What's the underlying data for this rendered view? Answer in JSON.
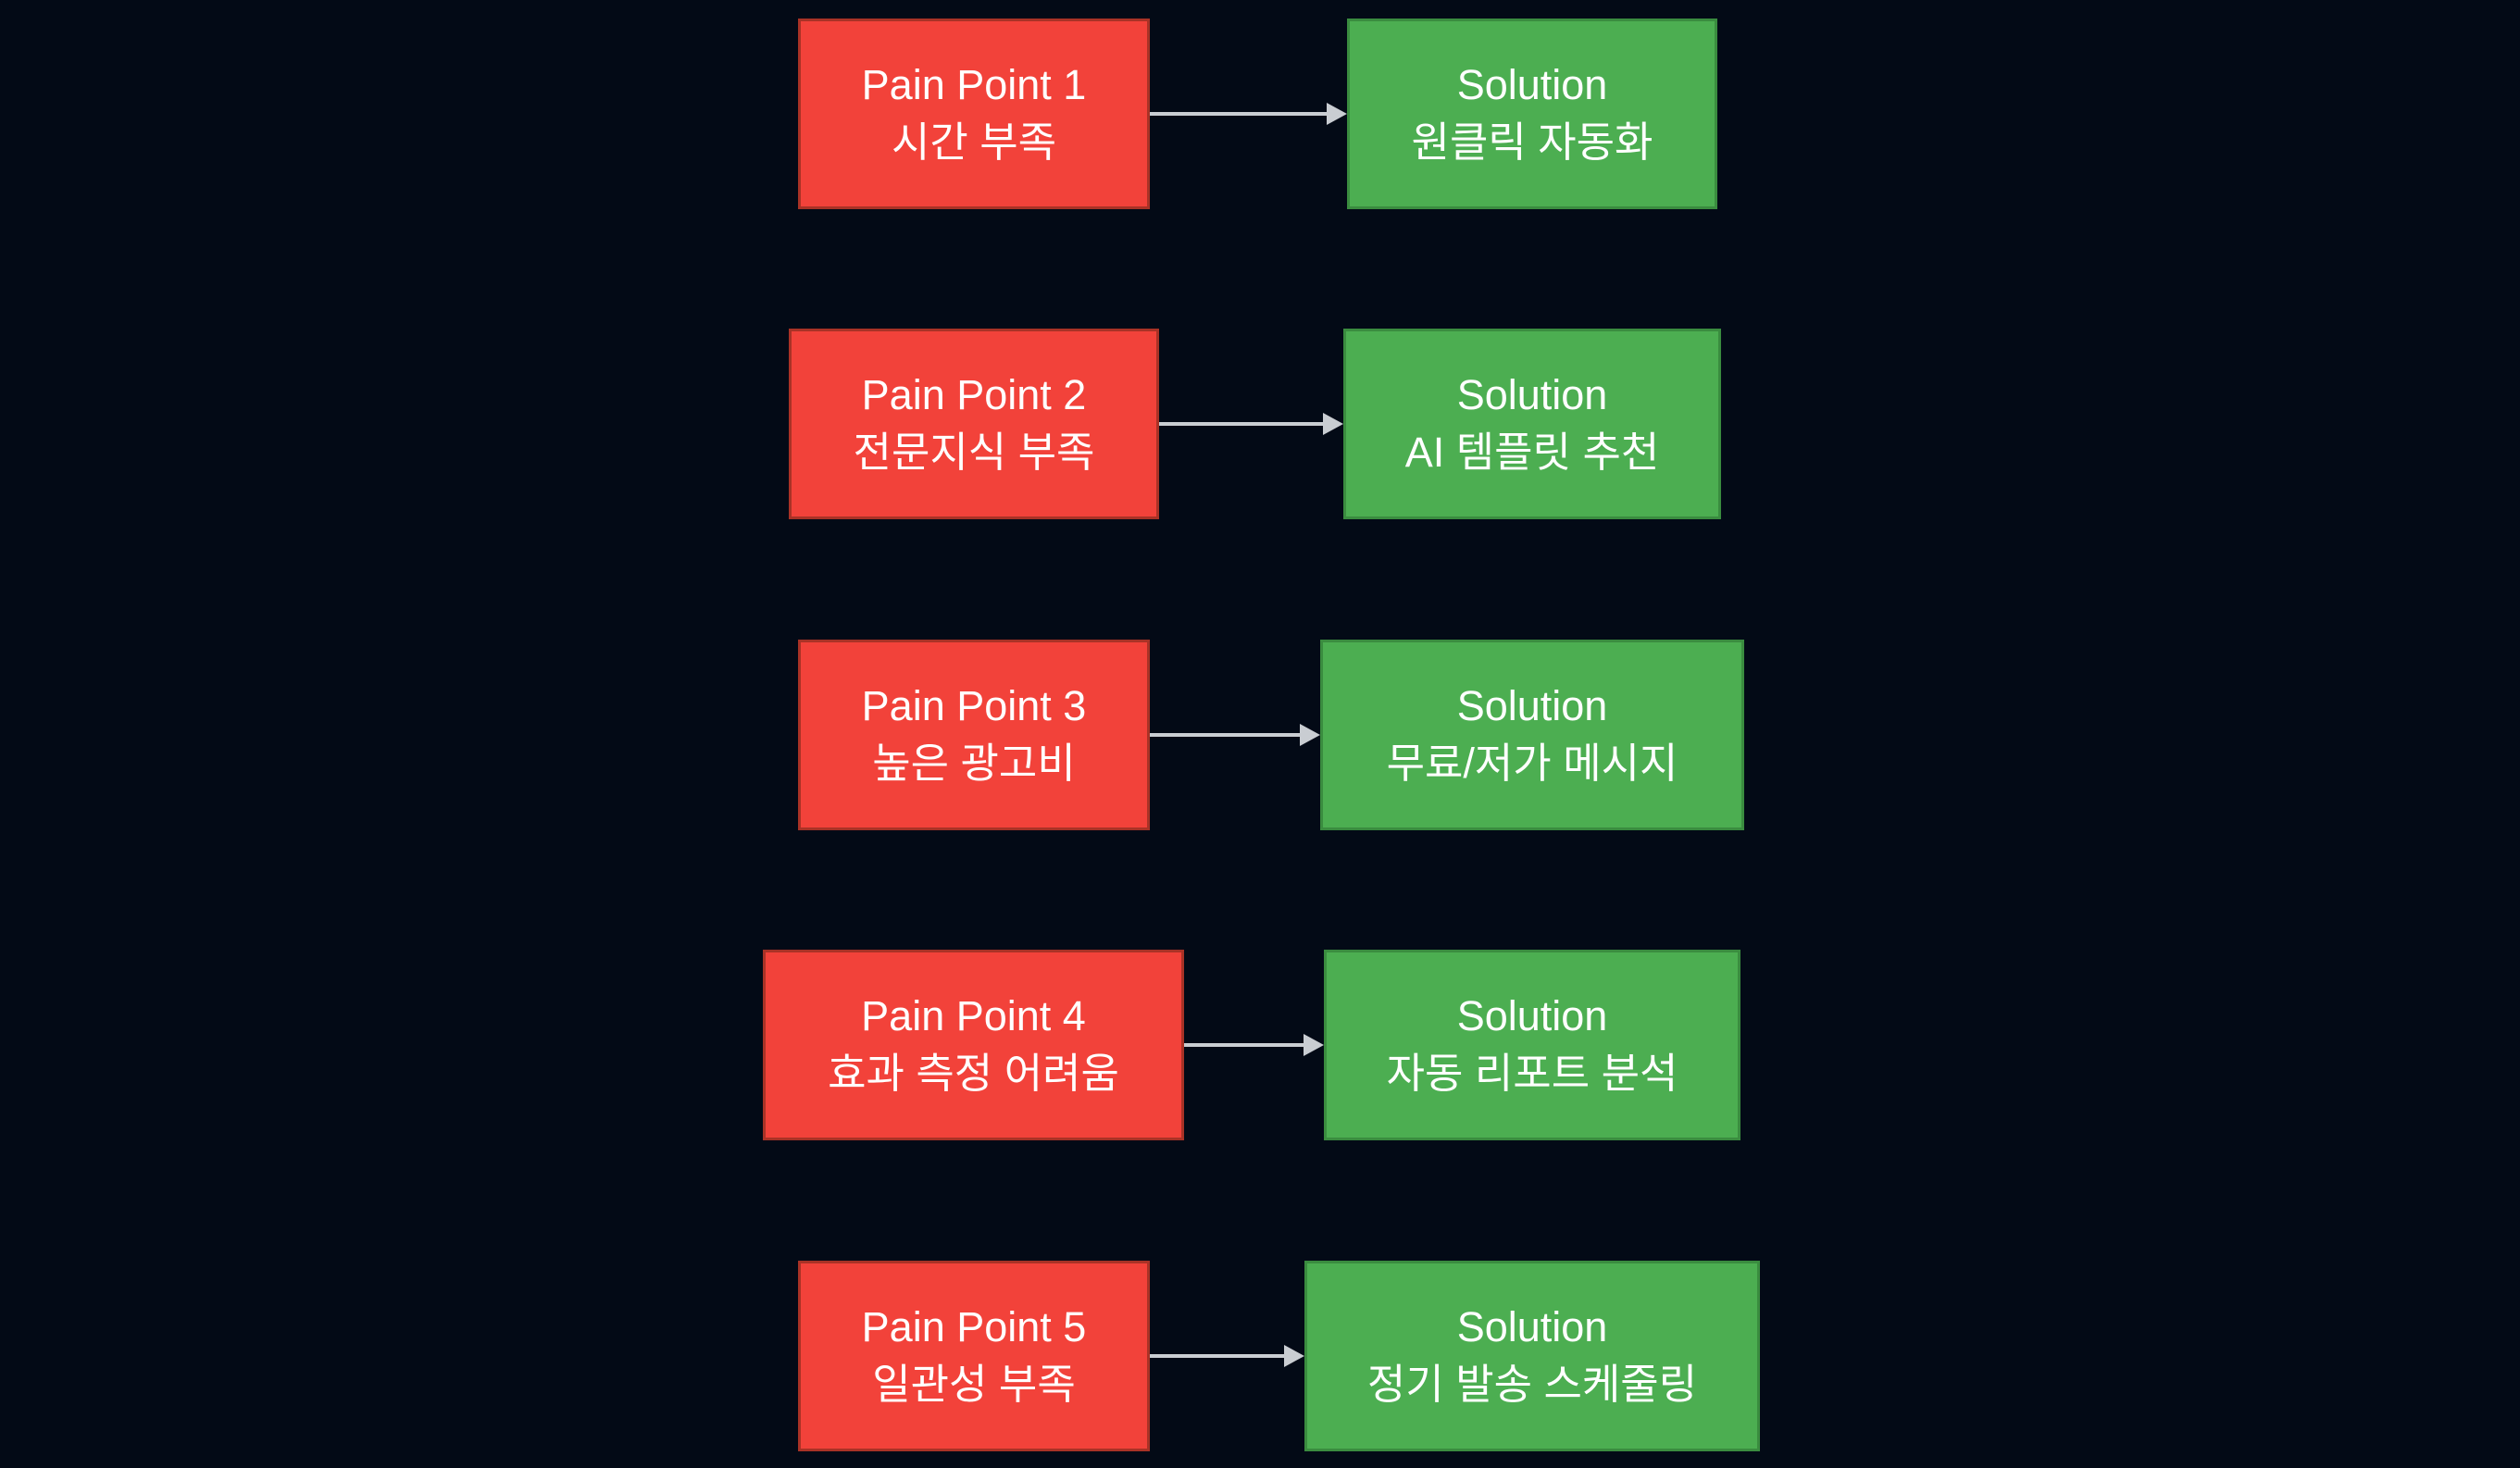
{
  "diagram": {
    "type": "pain-point-to-solution-mapping",
    "colors": {
      "background": "#030a16",
      "pain_fill": "#f2423a",
      "pain_border": "#a93226",
      "solution_fill": "#4cae51",
      "solution_border": "#3a8c3f",
      "arrow": "#c9cdd2",
      "text": "#ffffff"
    },
    "rows": [
      {
        "pain": {
          "title": "Pain Point 1",
          "label": "시간 부족"
        },
        "solution": {
          "title": "Solution",
          "label": "원클릭 자동화"
        }
      },
      {
        "pain": {
          "title": "Pain Point 2",
          "label": "전문지식 부족"
        },
        "solution": {
          "title": "Solution",
          "label": "AI 템플릿 추천"
        }
      },
      {
        "pain": {
          "title": "Pain Point 3",
          "label": "높은 광고비"
        },
        "solution": {
          "title": "Solution",
          "label": "무료/저가 메시지"
        }
      },
      {
        "pain": {
          "title": "Pain Point 4",
          "label": "효과 측정 어려움"
        },
        "solution": {
          "title": "Solution",
          "label": "자동 리포트 분석"
        }
      },
      {
        "pain": {
          "title": "Pain Point 5",
          "label": "일관성 부족"
        },
        "solution": {
          "title": "Solution",
          "label": "정기 발송 스케줄링"
        }
      }
    ]
  }
}
